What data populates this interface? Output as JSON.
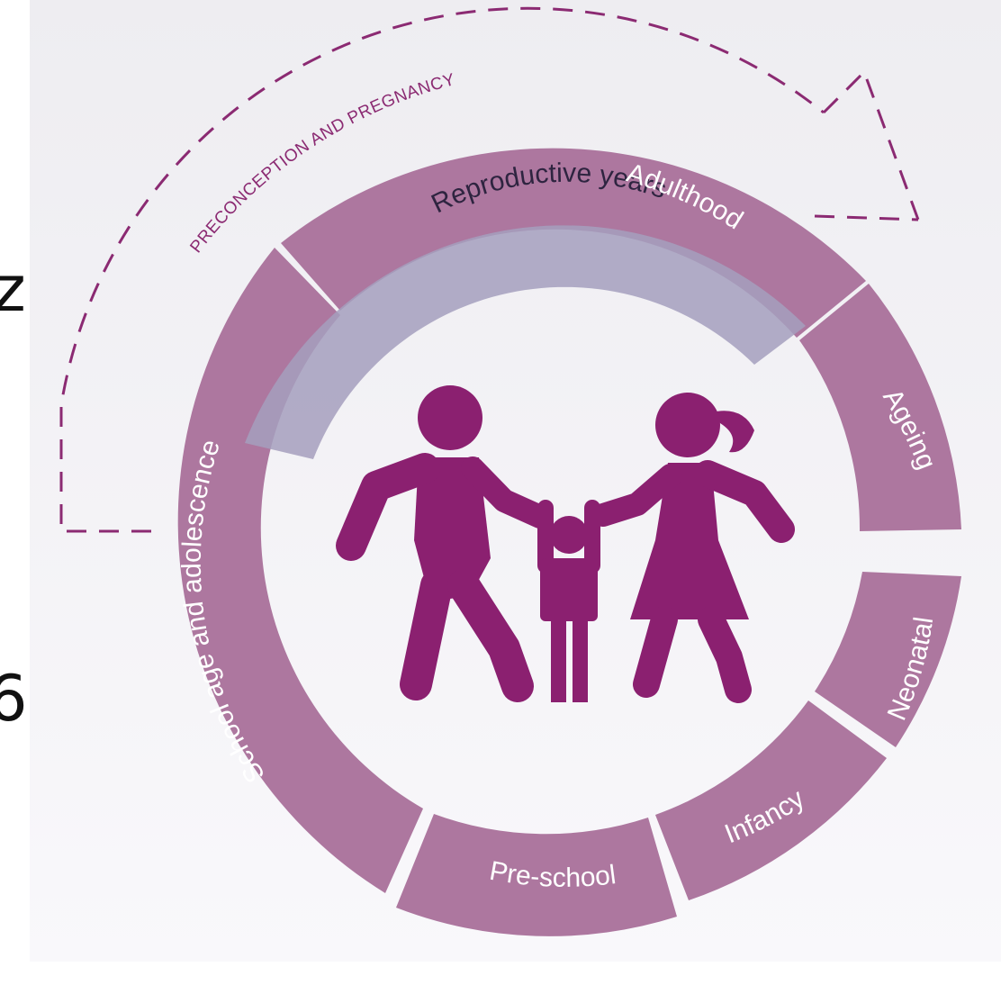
{
  "title": "PRECONCEPTION AND PREGNANCY",
  "reproductive_label": "Reproductive years",
  "stages": [
    {
      "id": "neonatal",
      "label": "Neonatal"
    },
    {
      "id": "infancy",
      "label": "Infancy"
    },
    {
      "id": "preschool",
      "label": "Pre-school"
    },
    {
      "id": "school",
      "label": "School age and adolescence"
    },
    {
      "id": "adulthood",
      "label": "Adulthood"
    },
    {
      "id": "ageing",
      "label": "Ageing"
    }
  ],
  "edge_glyphs": [
    "z",
    "6"
  ],
  "colors": {
    "segment": "#ad779f",
    "reproductive_band": "#a49fbd",
    "figures": "#8b2070",
    "dashed_arrow": "#8b2a72",
    "background_top": "#eeedf1",
    "background_bottom": "#f9f8fb"
  },
  "icons": [
    "family-icon",
    "dashed-cycle-arrow-icon"
  ]
}
